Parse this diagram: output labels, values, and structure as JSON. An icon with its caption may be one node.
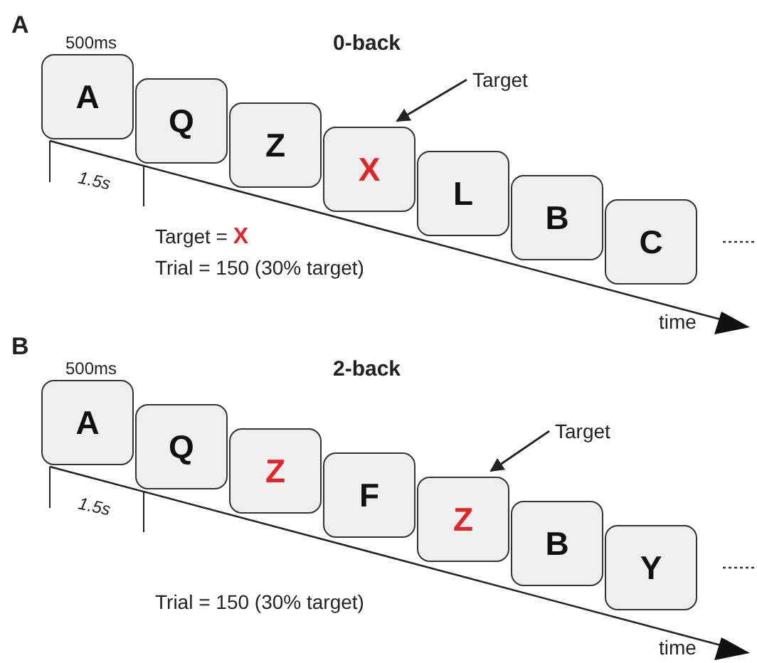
{
  "diagram": {
    "nodes": [
      {
        "text": [
          "A"
        ],
        "beside": [
          "500ms"
        ]
      },
      {
        "text": [
          "Q"
        ]
      },
      {
        "text": [
          "Z"
        ]
      },
      {
        "text": [
          "X"
        ]
      },
      {
        "text": [
          "L"
        ]
      },
      {
        "text": [
          "B"
        ]
      },
      {
        "text": [
          "C"
        ]
      },
      {
        "text": [
          "Target"
        ]
      },
      {
        "text": [
          "A"
        ],
        "beside": [
          "500ms"
        ]
      },
      {
        "text": [
          "Q"
        ]
      },
      {
        "text": [
          "Z"
        ]
      },
      {
        "text": [
          "F"
        ]
      },
      {
        "text": [
          "Z"
        ]
      },
      {
        "text": [
          "B"
        ]
      },
      {
        "text": [
          "Y"
        ]
      },
      {
        "text": [
          "Target"
        ]
      }
    ],
    "edges": [
      {
        "from": 7,
        "to": 3,
        "arrow": "to"
      },
      {
        "from": 15,
        "to": 12,
        "arrow": "to"
      }
    ],
    "labels": [
      "A",
      "0-back",
      "1.5s",
      "Target = X",
      "Trial = 150 (30% target)",
      "time",
      "B",
      "2-back",
      "1.5s",
      "Trial = 150 (30% target)",
      "time"
    ]
  }
}
